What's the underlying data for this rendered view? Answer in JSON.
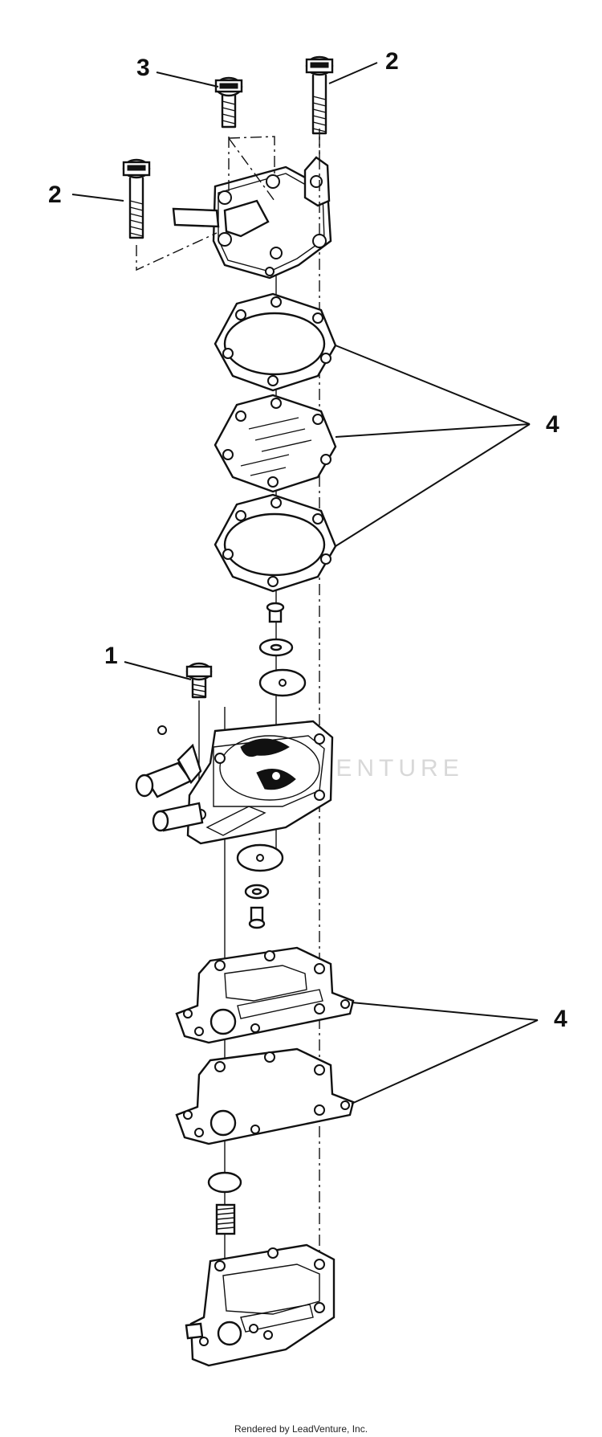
{
  "callouts": {
    "c1": "1",
    "c2a": "2",
    "c2b": "2",
    "c3": "3",
    "c4a": "4",
    "c4b": "4"
  },
  "watermark": "LEADVENTURE",
  "footer": "Rendered by LeadVenture, Inc."
}
